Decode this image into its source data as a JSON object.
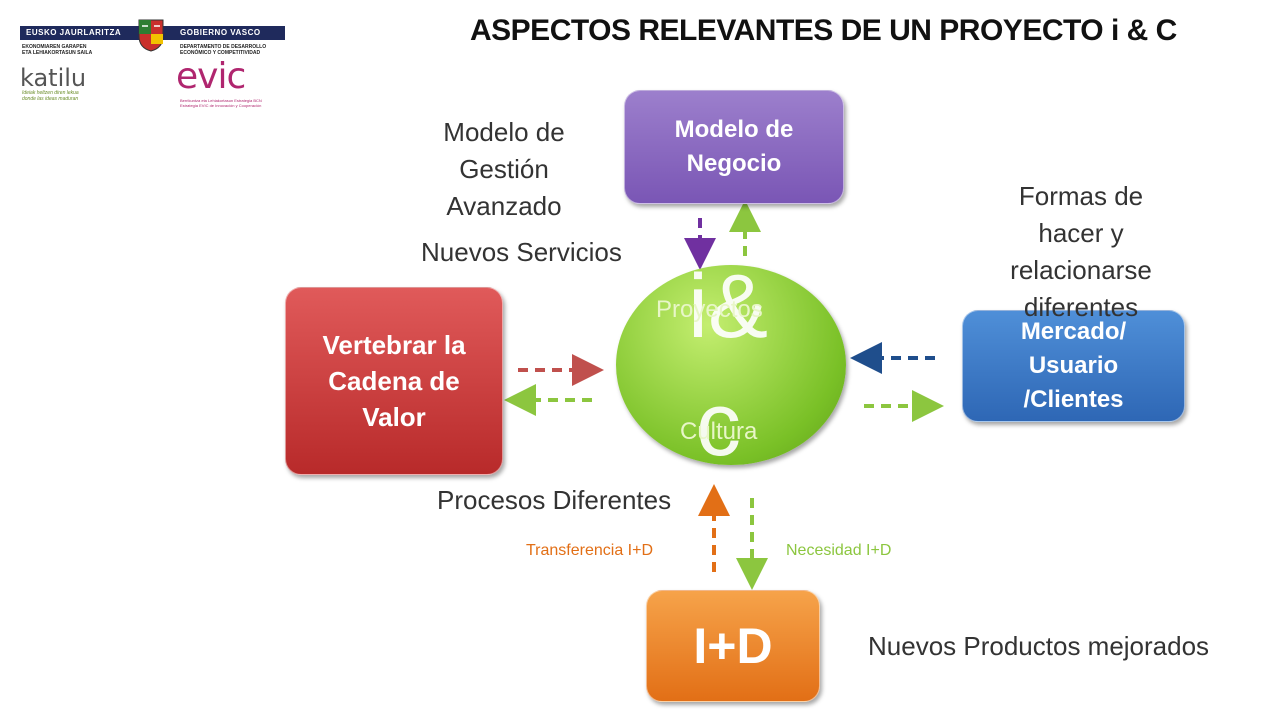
{
  "header": {
    "gov_left": "EUSKO JAURLARITZA",
    "gov_right": "GOBIERNO VASCO",
    "gov_sub_left_1": "EKONOMIAREN GARAPEN",
    "gov_sub_left_2": "ETA LEHIAKORTASUN SAILA",
    "gov_sub_right_1": "DEPARTAMENTO DE DESARROLLO",
    "gov_sub_right_2": "ECONÓMICO Y COMPETITIVIDAD",
    "katilu_name": "katilu",
    "katilu_tag_1": "Ideiak heltzen diren lekua",
    "katilu_tag_2": "donde las ideas maduran",
    "evic_name": "evic",
    "evic_tag_1": "Berrikuntza eta Lehiakortasun Estrategia BCN",
    "evic_tag_2": "Estrategia EVIC de Innovación y Cooperación"
  },
  "title": "ASPECTOS RELEVANTES DE UN PROYECTO i & C",
  "boxes": {
    "negocio": [
      "Modelo de",
      "Negocio"
    ],
    "cadena": [
      "Vertebrar la",
      "Cadena de",
      "Valor"
    ],
    "mercado": [
      "Mercado/",
      "Usuario",
      "/Clientes"
    ],
    "id": "I+D"
  },
  "center": {
    "i_letters": "i&",
    "c_letter": "c",
    "proyectos": "Proyectos",
    "cultura": "Cultura"
  },
  "labels": {
    "gestion": [
      "Modelo de",
      "Gestión",
      "Avanzado"
    ],
    "servicios": "Nuevos Servicios",
    "formas": [
      "Formas de",
      "hacer y",
      "relacionarse",
      "diferentes"
    ],
    "procesos": "Procesos Diferentes",
    "transferencia": "Transferencia I+D",
    "necesidad": "Necesidad I+D",
    "productos": "Nuevos Productos mejorados"
  },
  "colors": {
    "purple": "#7a56b5",
    "red": "#c0504d",
    "blue": "#1f4e8c",
    "green": "#8cc63f",
    "orange": "#e26f16"
  }
}
